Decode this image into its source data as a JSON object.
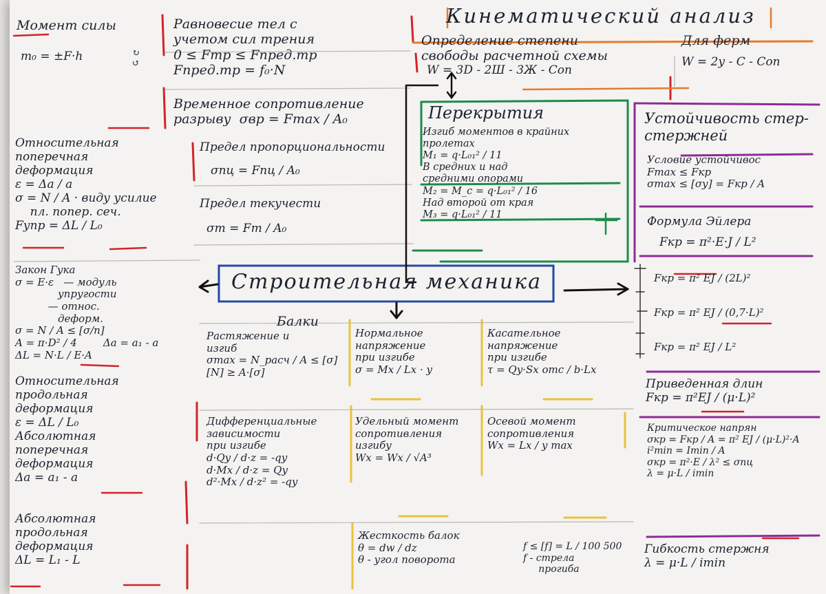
{
  "center": {
    "title": "Строительная механика"
  },
  "kinematic": {
    "title": "Кинематический анализ",
    "def": "Определение степени\nсвободы расчетной схемы",
    "formula1": "W = 3D - 2Ш - 3Ж - Соп",
    "farms_title": "Для ферм",
    "farms_formula": "W = 2у - С - Соп"
  },
  "moment": {
    "title": "Момент силы",
    "formula": "m₀ = ±F·h",
    "sign": "↻\n↺"
  },
  "equilibrium": {
    "text": "Равновесие тел с\nучетом сил трения\n0 ≤ Fтр ≤ Fпред.тр\nFпред.тр = f₀·N"
  },
  "temp_resistance": {
    "text": "Временное сопротивление\nразрыву  σвр = Fmax / A₀"
  },
  "rel_transverse": {
    "text": "Относительная\nпоперечная\nдеформация\nε = Δa / a\nσ = N / A · виду усилие\n    пл. попер. сеч.\nFупр = ΔL / L₀"
  },
  "proportional_limit": {
    "title": "Предел пропорциональности",
    "formula": "σпц = Fпц / A₀"
  },
  "yield_limit": {
    "title": "Предел текучести",
    "formula": "σт = Fт / A₀"
  },
  "overlaps": {
    "title": "Перекрытия",
    "text": "Изгиб моментов в крайних\nпролетах\nM₁ = q·L₀₁² / 11\nВ средних и над\nсредними опорами\nM₂ = M_c = q·L₀₁² / 16\nНад второй от края\nM₃ = q·L₀₁² / 11"
  },
  "stability": {
    "title": "Устойчивость стер-\nстержней",
    "condition": "Условие устойчивос\nFmax ≤ Fкр\nσmax ≤ [σу] = Fкр / A",
    "euler_title": "Формула Эйлера",
    "euler": "Fкр = π²·E·J / L²",
    "f1": "Fкр = π² EJ / (2L)²",
    "f2": "Fкр = π² EJ / (0,7·L)²",
    "f3": "Fкр = π² EJ / L²",
    "reduced": "Приведенная длин\nFкр = π²EJ / (μ·L)²",
    "critical": "Критическое напрян\nσкр = Fкр / A = π² EJ / (μ·L)²·A\ni²min = Imin / A\nσкр = π²·E / λ² ≤ σпц\nλ = μ·L / imin",
    "flex": "Гибкость стержня\nλ = μ·L / imin"
  },
  "hooke": {
    "text": "Закон Гука\nσ = E·ε   — модуль\n             упругости\n          — относ.\n             деформ.\nσ = N / A ≤ [σ/n]\nA = π·D² / 4        Δa = a₁ - a\nΔL = N·L / E·A"
  },
  "rel_longitudinal": {
    "text": "Относительная\nпродольная\nдеформация\nε = ΔL / L₀\nАбсолютная\nпоперечная\nдеформация\nΔa = a₁ - a"
  },
  "abs_longitudinal": {
    "text": "Абсолютная\nпродольная\nдеформация\nΔL = L₁ - L"
  },
  "beams": {
    "title": "Балки",
    "stretch": "Растяжение и\nизгиб\nσmax = N_расч / A ≤ [σ]\n[N] ≥ A·[σ]",
    "normal": "Нормальное\nнапряжение\nпри изгибе\nσ = Mx / Lx · y",
    "tangent": "Касательное\nнапряжение\nпри изгибе\nτ = Qy·Sx отс / b·Lx",
    "diff": "Дифференциальные\nзависимости\nпри изгибе\nd·Qy / d·z = -qy\nd·Mx / d·z = Qy\nd²·Mx / d·z² = -qy",
    "specific": "Удельный момент\nсопротивления\nизгибу\nWх = Wx / √A³",
    "axial": "Осевой момент\nсопротивления\nWx = Lx / y max",
    "rigidity": "Жесткость балок\nθ = dw / dz\nθ - угол поворота",
    "rigidity2": "f ≤ [f] = L / 100 500\nf - стрела\n     прогиба"
  }
}
